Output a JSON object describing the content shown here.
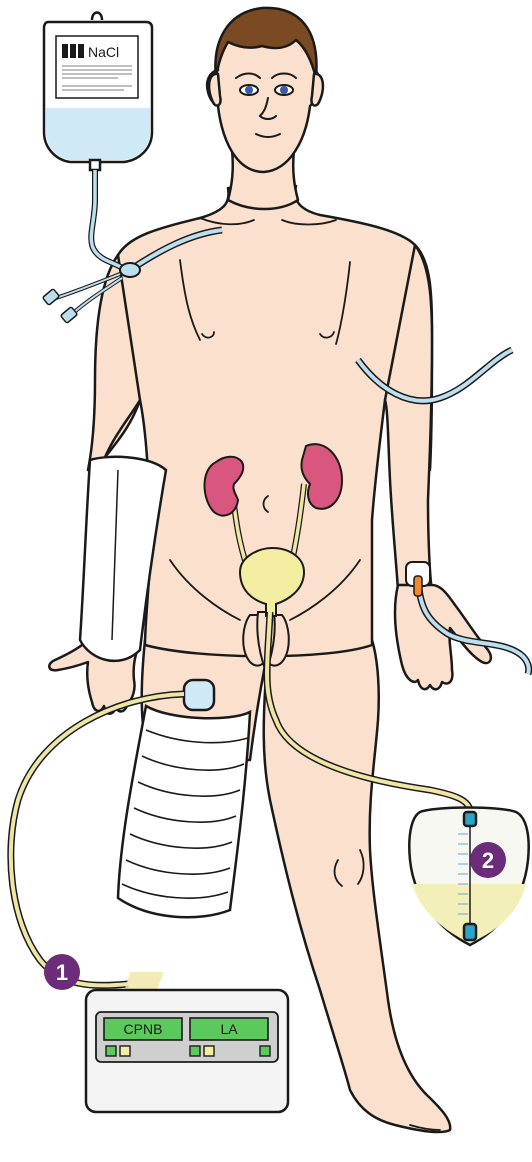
{
  "iv_bag": {
    "label": "NaCl"
  },
  "pump": {
    "display_left": "CPNB",
    "display_right": "LA"
  },
  "markers": [
    {
      "number": "1"
    },
    {
      "number": "2"
    }
  ],
  "colors": {
    "skin": "#fae0cd",
    "outline": "#1a1a1a",
    "kidney": "#d9577e",
    "bladder": "#f2eda0",
    "urine_tube": "#efe6a6",
    "iv_line": "#bcdff0",
    "iv_fluid": "#cfe9f7",
    "hair": "#7a4a22",
    "display_green": "#5cc95c",
    "marker_purple": "#6b2c7a",
    "bag_urine": "#f3efb8",
    "connector_teal": "#2aa5c9"
  }
}
